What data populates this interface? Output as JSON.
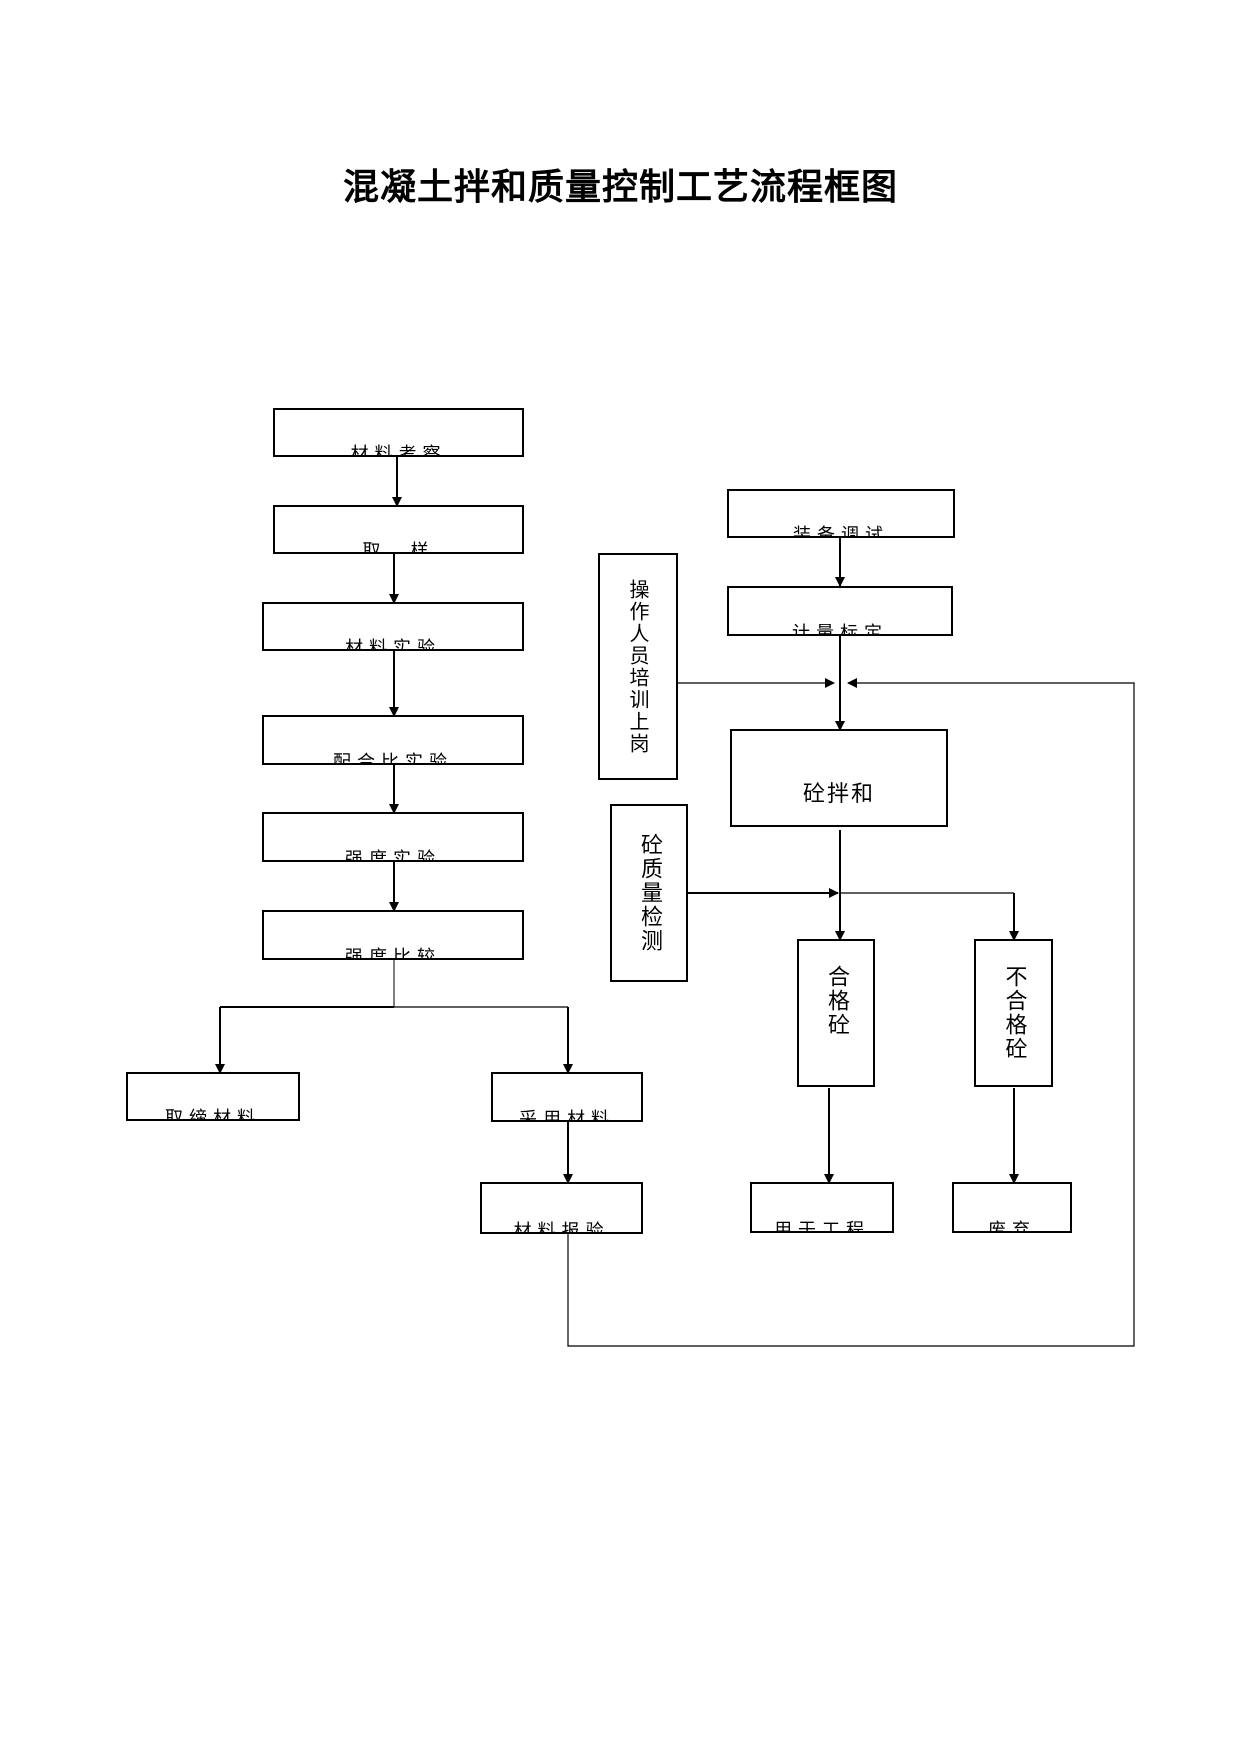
{
  "title": "混凝土拌和质量控制工艺流程框图",
  "left_flow": {
    "material_inspection": "材料考察",
    "sampling": "取　样",
    "material_test": "材料实验",
    "mix_ratio_test": "配合比实验",
    "strength_test": "强度实验",
    "strength_compare": "强度比较",
    "reject_material": "取缔材料",
    "use_material": "采用材料",
    "material_report": "材料报验"
  },
  "right_flow": {
    "equipment_debug": "装备调试",
    "metering_calibration": "计量标定",
    "operator_training": "操作人员培训上岗",
    "concrete_mixing": "砼拌和",
    "quality_testing": "砼质量检测",
    "qualified": "合格砼",
    "unqualified": "不合格砼",
    "use_in_project": "用于工程",
    "discard": "废弃"
  },
  "colors": {
    "line": "#000000",
    "background": "#ffffff"
  }
}
